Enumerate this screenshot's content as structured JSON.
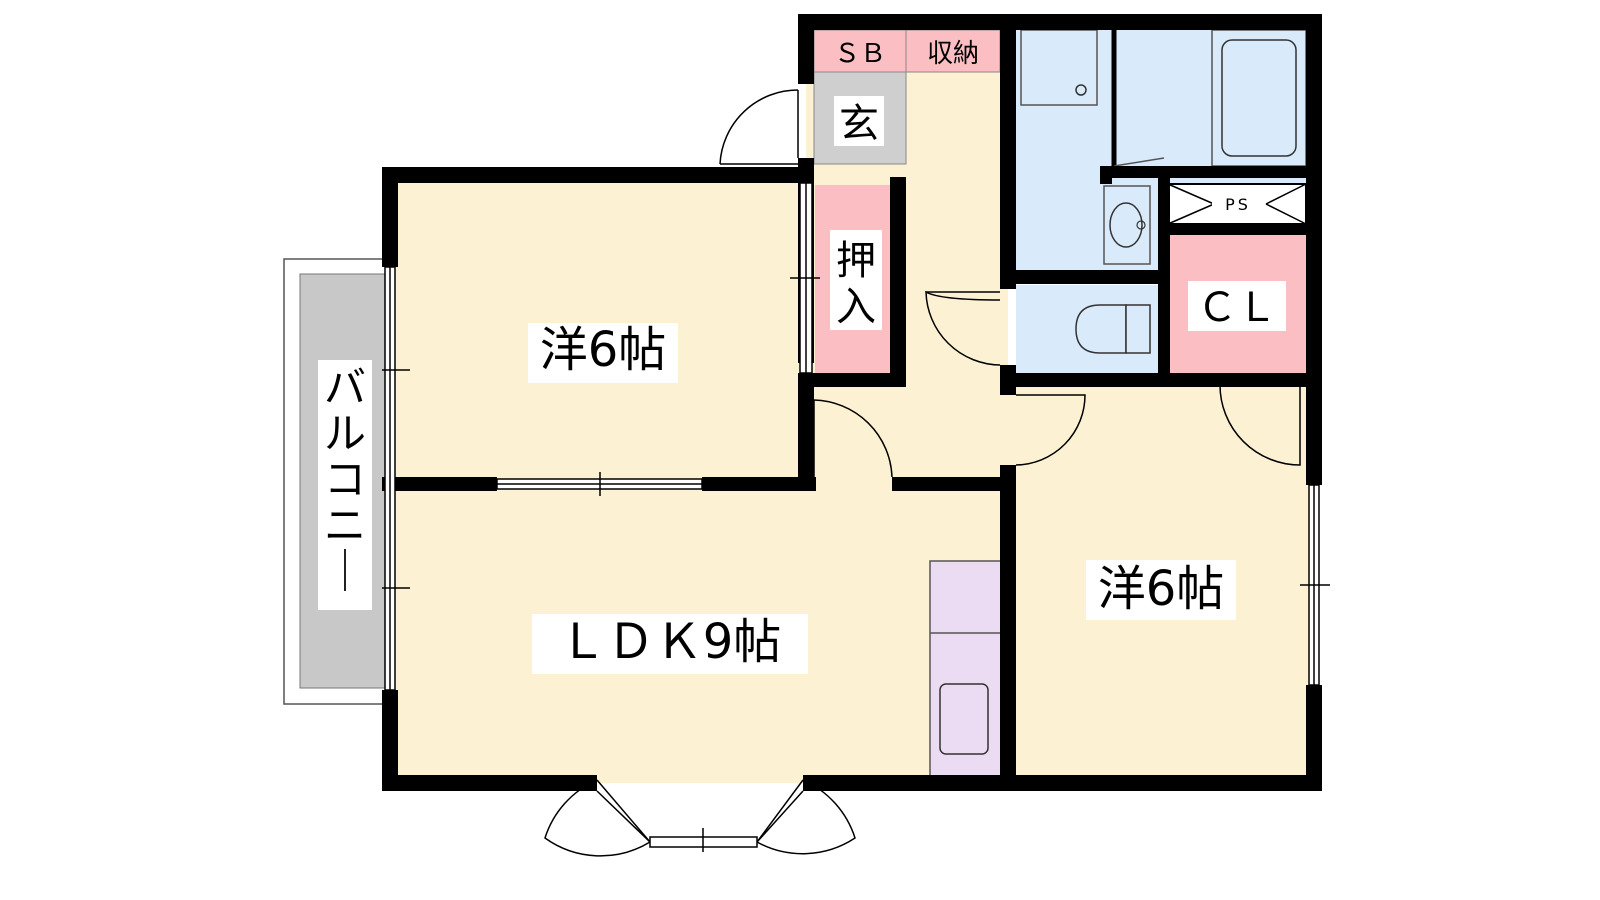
{
  "rooms": {
    "western_room_upper": "洋6帖",
    "western_room_right": "洋6帖",
    "ldk": "ＬＤＫ9帖",
    "balcony": "バルコニー",
    "entrance": "玄",
    "shoe_box": "ＳＢ",
    "storage": "収納",
    "closet_oshiire": "押入",
    "closet_cl": "ＣＬ",
    "pipe_space": "PS"
  },
  "colors": {
    "room": "#fdf1d3",
    "wet_area": "#d9ebfb",
    "storage": "#fbbfc3",
    "entrance": "#cfcfcf",
    "balcony": "#c8c8c8",
    "kitchen": "#ebdcf3",
    "wall": "#000000"
  }
}
